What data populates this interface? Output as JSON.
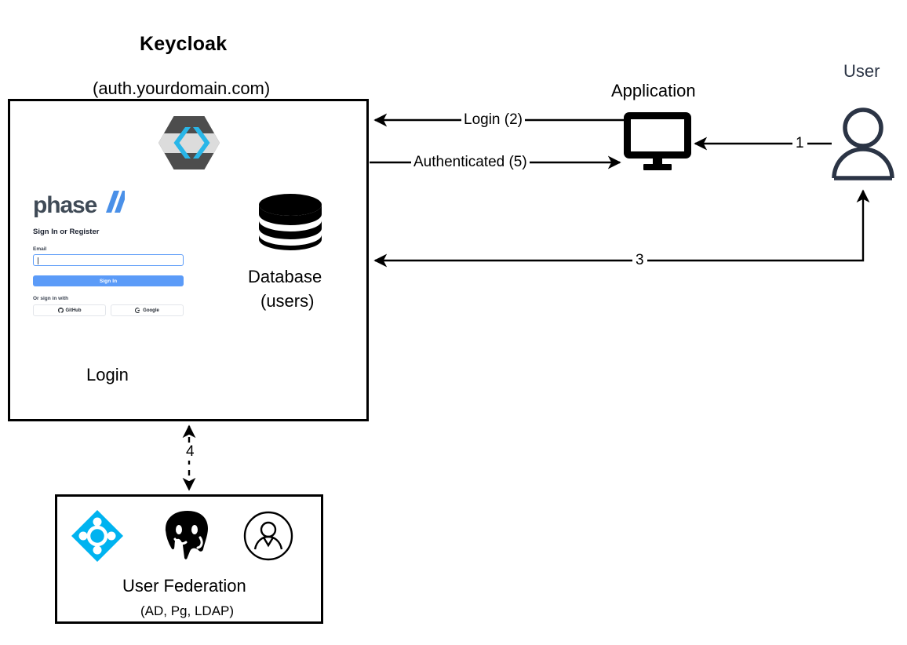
{
  "diagram": {
    "title": "Keycloak",
    "subtitle": "(auth.yourdomain.com)"
  },
  "keycloak": {
    "logo_icon": "keycloak-hexagon-icon",
    "login_label": "Login",
    "database": {
      "icon": "database-cylinder-icon",
      "label_line1": "Database",
      "label_line2": "(users)"
    },
    "login_form": {
      "brand_word": "phase",
      "brand_mark_icon": "double-slash-icon",
      "heading": "Sign In or Register",
      "email_label": "Email",
      "email_value": "",
      "email_placeholder": "",
      "submit_label": "Sign In",
      "divider_label": "Or sign in with",
      "social": [
        {
          "label": "GitHub",
          "icon": "github-icon"
        },
        {
          "label": "Google",
          "icon": "google-icon"
        }
      ]
    }
  },
  "application": {
    "label": "Application",
    "icon": "monitor-icon"
  },
  "user": {
    "label": "User",
    "icon": "user-person-icon"
  },
  "federation": {
    "title": "User Federation",
    "subtitle": "(AD, Pg, LDAP)",
    "icons": [
      {
        "name": "active-directory-icon",
        "title": "AD"
      },
      {
        "name": "postgresql-elephant-icon",
        "title": "Pg"
      },
      {
        "name": "ldap-user-circle-icon",
        "title": "LDAP"
      }
    ]
  },
  "edges": [
    {
      "id": "edge-login",
      "label": "Login (2)",
      "from": "application",
      "to": "keycloak",
      "style": "solid"
    },
    {
      "id": "edge-authenticated",
      "label": "Authenticated (5)",
      "from": "keycloak",
      "to": "application",
      "style": "solid"
    },
    {
      "id": "edge-1",
      "label": "1",
      "from": "user",
      "to": "application",
      "style": "solid"
    },
    {
      "id": "edge-3",
      "label": "3",
      "from": "keycloak",
      "to": "user",
      "style": "solid-bidirectional"
    },
    {
      "id": "edge-4",
      "label": "4",
      "from": "keycloak",
      "to": "federation",
      "style": "dashed-bidirectional"
    }
  ],
  "colors": {
    "stroke": "#000000",
    "user_navy": "#2b3445",
    "phase_blue": "#5b9bf8",
    "phase_slate": "#3f4a56",
    "ad_cyan": "#00b3f0",
    "keycloak_dark": "#4d4d4d",
    "keycloak_light": "#d8d8d8",
    "keycloak_cyan": "#2bb8e8"
  }
}
